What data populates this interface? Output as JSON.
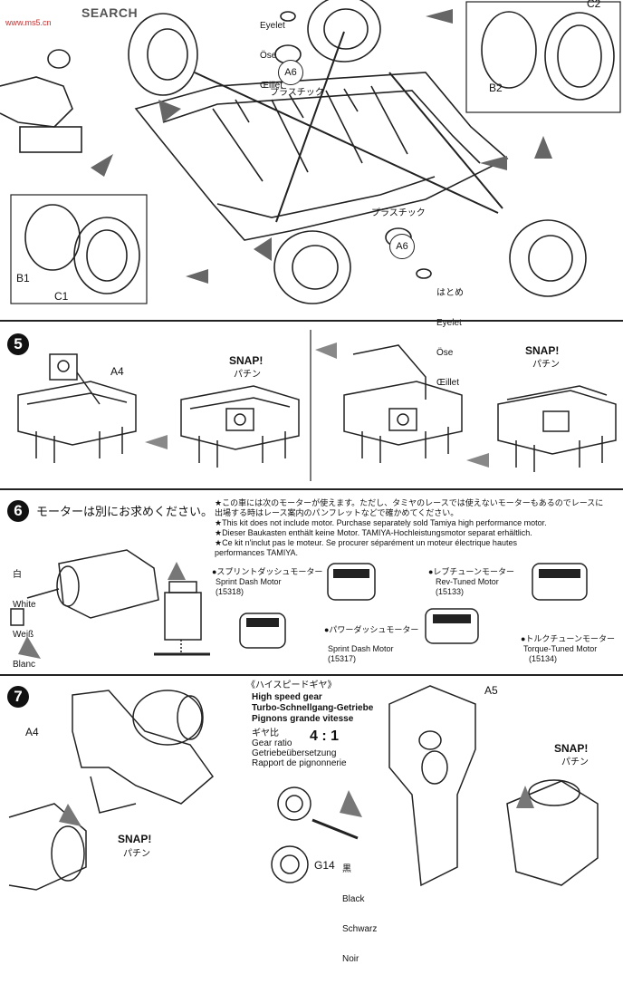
{
  "watermark": {
    "logo_text": "SEARCH",
    "url": "www.ms5.cn"
  },
  "step4": {
    "eyelet_top": [
      "Eyelet",
      "Öse",
      "Œillet"
    ],
    "eyelet_bottom_jp": "はとめ",
    "eyelet_bottom": [
      "Eyelet",
      "Öse",
      "Œillet"
    ],
    "plastic_jp": "プラスチック",
    "plastic_jp2": "プラスチック",
    "part_a6": "A6",
    "part_a6b": "A6",
    "part_c2": "C2",
    "part_b2": "B2",
    "part_b1": "B1",
    "part_c1": "C1"
  },
  "step5": {
    "num": "5",
    "part_a4": "A4",
    "snap1": "SNAP!",
    "snap1_jp": "パチン",
    "snap2": "SNAP!",
    "snap2_jp": "パチン"
  },
  "step6": {
    "num": "6",
    "title_jp": "モーターは別にお求めください。",
    "notes": [
      "★この車には次のモーターが使えます。ただし、タミヤのレースでは使えないモーターもあるのでレースに",
      "出場する時はレース案内のパンフレットなどで確かめてください。",
      "★This kit does not include motor. Purchase separately sold Tamiya high performance motor.",
      "★Dieser Baukasten enthält keine Motor. TAMIYA-Hochleistungsmotor separat erhältlich.",
      "★Ce kit n'inclut pas le moteur. Se procurer séparément un moteur électrique hautes",
      "performances TAMIYA."
    ],
    "white_labels": [
      "白",
      "White",
      "Weiß",
      "Blanc"
    ],
    "motors": [
      {
        "jp": "●スプリントダッシュモーター",
        "name": "Sprint Dash Motor",
        "code": "(15318)"
      },
      {
        "jp": "●パワーダッシュモーター",
        "name": "Sprint Dash Motor",
        "code": "(15317)"
      },
      {
        "jp": "●レブチューンモーター",
        "name": "Rev-Tuned Motor",
        "code": "(15133)"
      },
      {
        "jp": "●トルクチューンモーター",
        "name": "Torque-Tuned Motor",
        "code": "(15134)"
      }
    ]
  },
  "step7": {
    "num": "7",
    "part_a4": "A4",
    "part_a5": "A5",
    "snap_left": "SNAP!",
    "snap_left_jp": "パチン",
    "snap_right": "SNAP!",
    "snap_right_jp": "パチン",
    "gear_title_jp": "《ハイスピードギヤ》",
    "gear_title": [
      "High speed gear",
      "Turbo-Schnellgang-Getriebe",
      "Pignons grande vitesse"
    ],
    "ratio_jp": "ギヤ比",
    "ratio_value": "4 : 1",
    "ratio_labels": [
      "Gear ratio",
      "Getriebeübersetzung",
      "Rapport de pignonnerie"
    ],
    "part_g14": "G14",
    "black_labels": [
      "黒",
      "Black",
      "Schwarz",
      "Noir"
    ]
  }
}
